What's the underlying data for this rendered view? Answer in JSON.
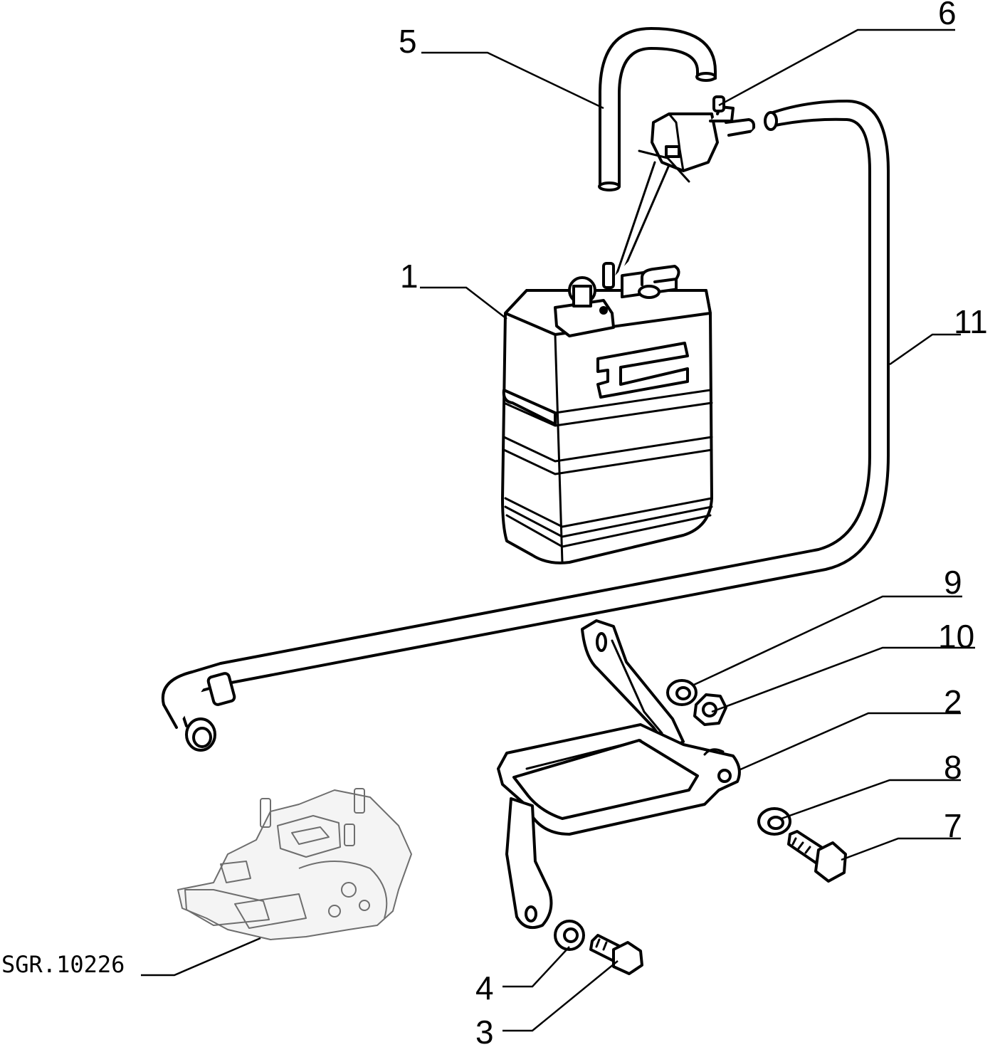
{
  "drawing": {
    "reference_code": "SGR.10226"
  },
  "callouts": [
    {
      "id": "c1",
      "label": "1"
    },
    {
      "id": "c2",
      "label": "2"
    },
    {
      "id": "c3",
      "label": "3"
    },
    {
      "id": "c4",
      "label": "4"
    },
    {
      "id": "c5",
      "label": "5"
    },
    {
      "id": "c6",
      "label": "6"
    },
    {
      "id": "c7",
      "label": "7"
    },
    {
      "id": "c8",
      "label": "8"
    },
    {
      "id": "c9",
      "label": "9"
    },
    {
      "id": "c10",
      "label": "10"
    },
    {
      "id": "c11",
      "label": "11"
    }
  ]
}
